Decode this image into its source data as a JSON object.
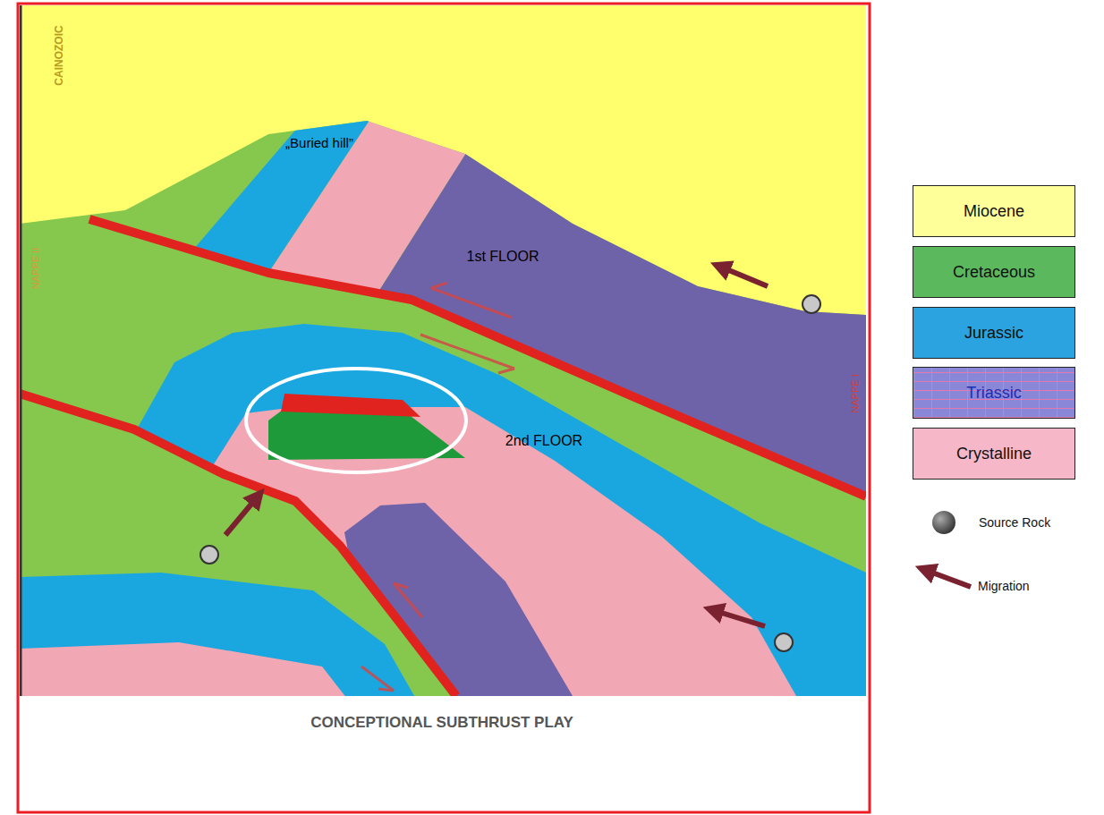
{
  "diagram": {
    "caption": "CONCEPTIONAL SUBTHRUST PLAY",
    "labels": [
      "CAINOZOIC",
      "NAPPE II",
      "„Buried hill”",
      "1st FLOOR",
      "2nd FLOOR",
      "NAPPE I"
    ],
    "legend": [
      {
        "text": "Miocene",
        "color": "#ffff99"
      },
      {
        "text": "Cretaceous",
        "color": "#5cb85c"
      },
      {
        "text": "Jurassic",
        "color": "#2aa3e0"
      },
      {
        "text": "Triassic"
      },
      {
        "text": "Crystalline",
        "color": "#f6b8c8"
      },
      {
        "text": "Source Rock"
      },
      {
        "text": "Migration"
      }
    ]
  }
}
